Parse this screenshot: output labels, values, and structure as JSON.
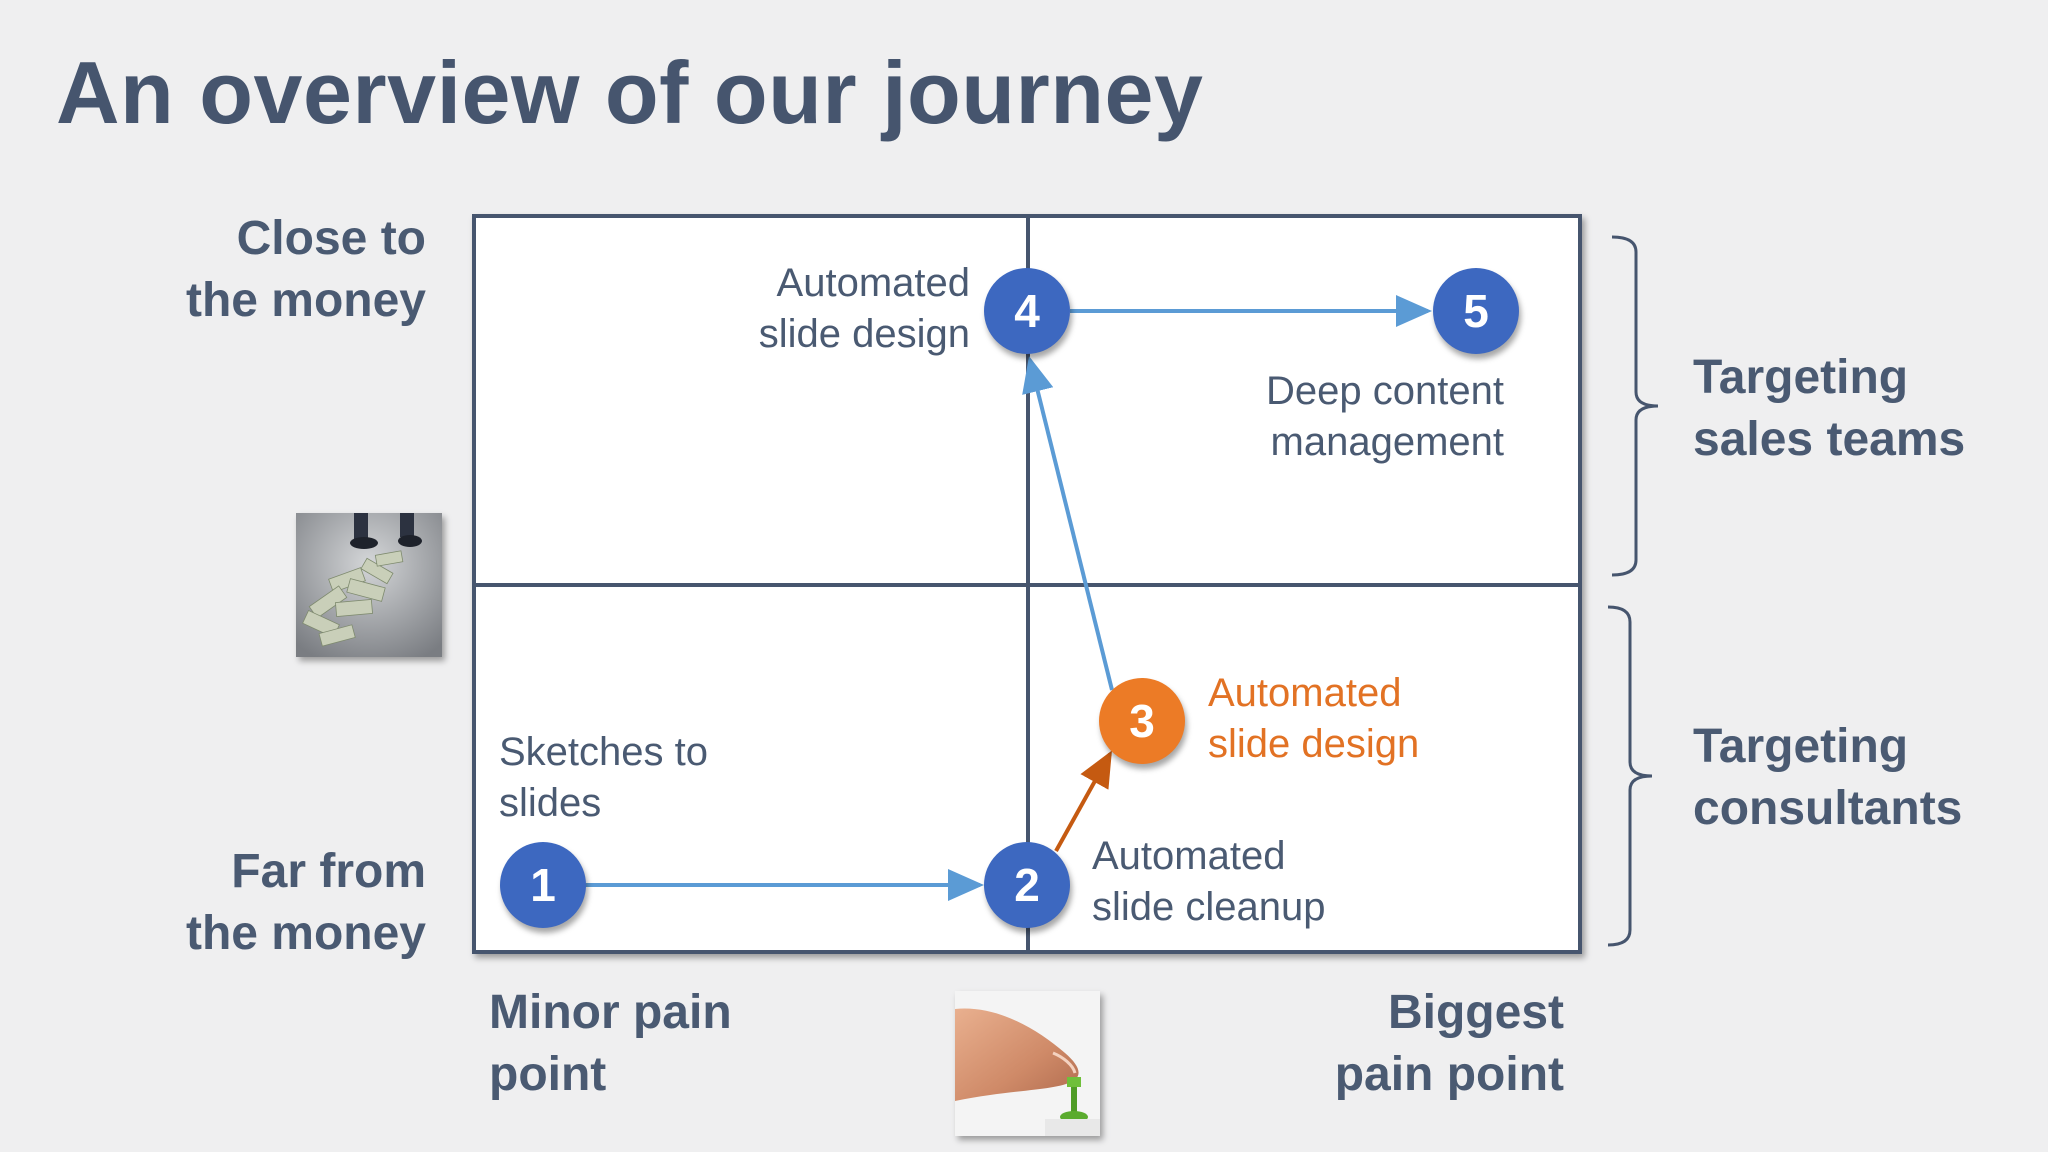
{
  "slide": {
    "title": "An overview of our journey"
  },
  "axes": {
    "y_top": [
      "Close to",
      "the money"
    ],
    "y_bottom": [
      "Far from",
      "the money"
    ],
    "x_left": [
      "Minor pain",
      "point"
    ],
    "x_right": [
      "Biggest",
      "pain point"
    ]
  },
  "groups": {
    "top": [
      "Targeting",
      "sales teams"
    ],
    "bottom": [
      "Targeting",
      "consultants"
    ]
  },
  "nodes": [
    {
      "number": "1",
      "label": [
        "Sketches to",
        "slides"
      ]
    },
    {
      "number": "2",
      "label": [
        "Automated",
        "slide cleanup"
      ]
    },
    {
      "number": "3",
      "label": [
        "Automated",
        "slide design"
      ]
    },
    {
      "number": "4",
      "label": [
        "Automated",
        "slide design"
      ]
    },
    {
      "number": "5",
      "label": [
        "Deep content",
        "management"
      ]
    }
  ],
  "colors": {
    "node_blue": "#3d68c0",
    "node_orange": "#ec7b26",
    "arrow_blue": "#5b9bd5",
    "arrow_orange": "#c55a11",
    "text": "#4a5a72",
    "highlight_text": "#e27224"
  },
  "images": {
    "money_photo": "money-photo",
    "pushpin_photo": "pushpin-photo"
  }
}
